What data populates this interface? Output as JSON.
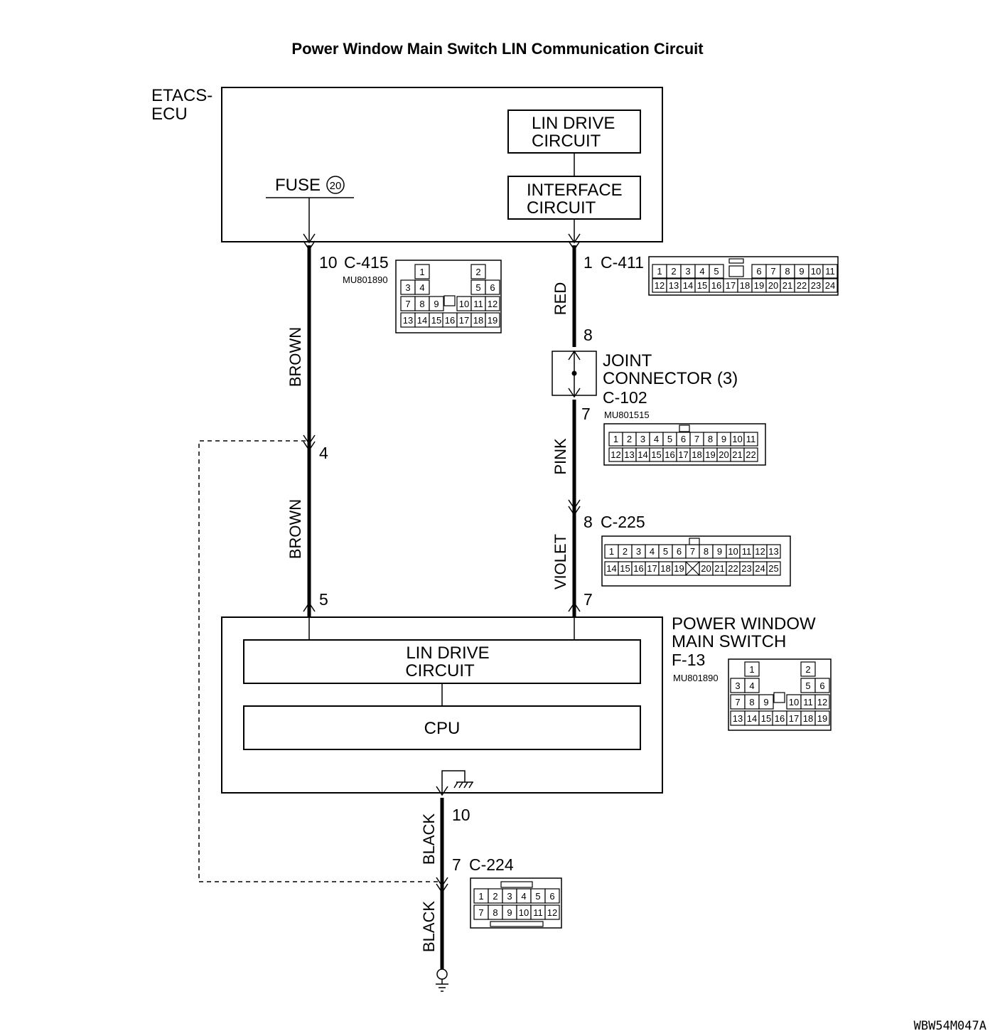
{
  "title": "Power Window Main Switch LIN Communication Circuit",
  "etacs": {
    "name_line1": "ETACS-",
    "name_line2": "ECU",
    "lin_drive_line1": "LIN DRIVE",
    "lin_drive_line2": "CIRCUIT",
    "interface_line1": "INTERFACE",
    "interface_line2": "CIRCUIT",
    "fuse_label": "FUSE",
    "fuse_number": "20"
  },
  "connectors": {
    "c415": {
      "pin": "10",
      "name": "C-415",
      "part": "MU801890"
    },
    "c411": {
      "pin": "1",
      "name": "C-411"
    },
    "c102": {
      "pin_in": "8",
      "pin_out": "7",
      "line1": "JOINT",
      "line2": "CONNECTOR (3)",
      "name": "C-102",
      "part": "MU801515"
    },
    "c225": {
      "pin": "8",
      "name": "C-225"
    },
    "f13": {
      "line1": "POWER WINDOW",
      "line2": "MAIN SWITCH",
      "name": "F-13",
      "part": "MU801890",
      "pin_left": "5",
      "pin_right": "7",
      "pin_ground": "10"
    },
    "c224": {
      "pin": "7",
      "name": "C-224"
    },
    "inline_left_pin": "4"
  },
  "wires": {
    "left_upper": "BROWN",
    "left_lower": "BROWN",
    "right_upper": "RED",
    "right_middle": "PINK",
    "right_lower": "VIOLET",
    "ground_upper": "BLACK",
    "ground_lower": "BLACK"
  },
  "switch": {
    "lin_drive_line1": "LIN DRIVE",
    "lin_drive_line2": "CIRCUIT",
    "cpu": "CPU"
  },
  "pinouts": {
    "c415": {
      "row1": [
        "1",
        "2"
      ],
      "row2": [
        "3",
        "4",
        "5",
        "6"
      ],
      "row3": [
        "7",
        "8",
        "9",
        "10",
        "11",
        "12"
      ],
      "row4": [
        "13",
        "14",
        "15",
        "16",
        "17",
        "18",
        "19"
      ]
    },
    "c411": {
      "row1": [
        "1",
        "2",
        "3",
        "4",
        "5",
        "6",
        "7",
        "8",
        "9",
        "10",
        "11"
      ],
      "row2": [
        "12",
        "13",
        "14",
        "15",
        "16",
        "17",
        "18",
        "19",
        "20",
        "21",
        "22",
        "23",
        "24"
      ]
    },
    "c102": {
      "row1": [
        "1",
        "2",
        "3",
        "4",
        "5",
        "6",
        "7",
        "8",
        "9",
        "10",
        "11"
      ],
      "row2": [
        "12",
        "13",
        "14",
        "15",
        "16",
        "17",
        "18",
        "19",
        "20",
        "21",
        "22"
      ]
    },
    "c225": {
      "row1": [
        "1",
        "2",
        "3",
        "4",
        "5",
        "6",
        "7",
        "8",
        "9",
        "10",
        "11",
        "12",
        "13"
      ],
      "row2": [
        "14",
        "15",
        "16",
        "17",
        "18",
        "19",
        "20",
        "21",
        "22",
        "23",
        "24",
        "25"
      ]
    },
    "f13": {
      "row1": [
        "1",
        "2"
      ],
      "row2": [
        "3",
        "4",
        "5",
        "6"
      ],
      "row3": [
        "7",
        "8",
        "9",
        "10",
        "11",
        "12"
      ],
      "row4": [
        "13",
        "14",
        "15",
        "16",
        "17",
        "18",
        "19"
      ]
    },
    "c224": {
      "row1": [
        "1",
        "2",
        "3",
        "4",
        "5",
        "6"
      ],
      "row2": [
        "7",
        "8",
        "9",
        "10",
        "11",
        "12"
      ]
    }
  },
  "figure_code": "WBW54M047A"
}
